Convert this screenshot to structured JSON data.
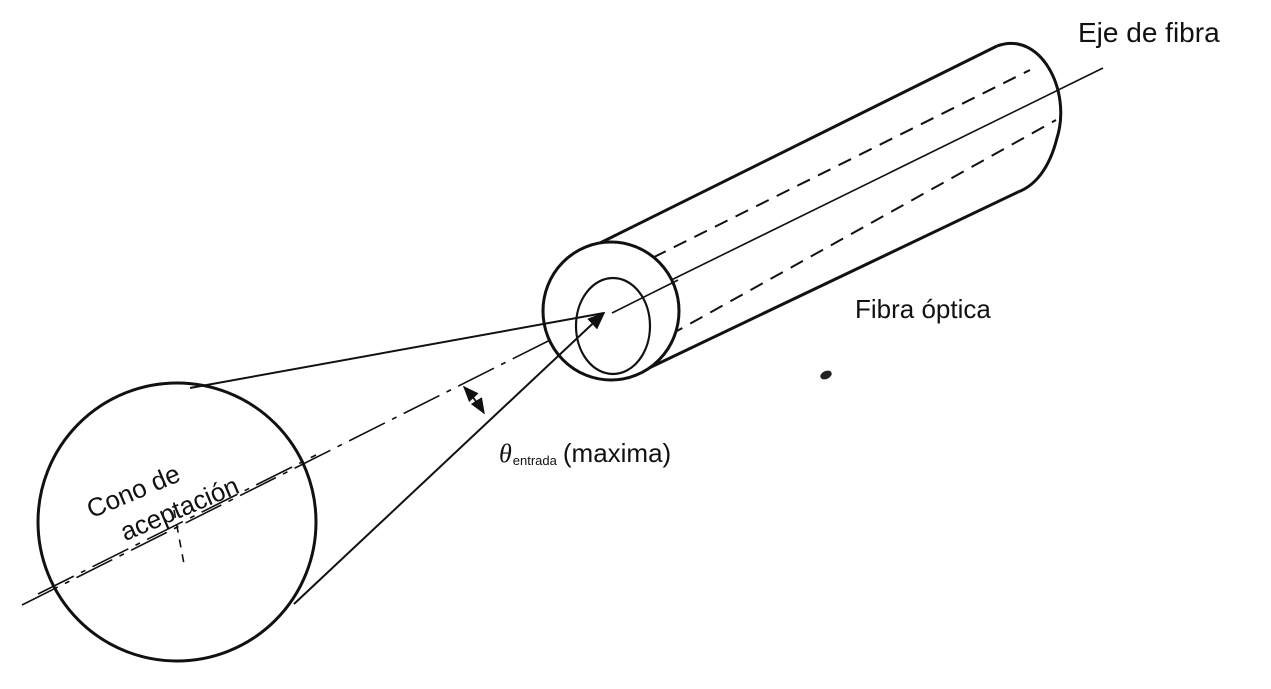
{
  "labels": {
    "fiber_axis": "Eje de fibra",
    "optical_fiber": "Fibra óptica",
    "cone_line1": "Cono de",
    "cone_line2": "aceptación",
    "theta_symbol": "θ",
    "theta_subscript": "entrada",
    "theta_suffix": "(maxima)"
  },
  "colors": {
    "stroke": "#111111",
    "background": "#ffffff"
  }
}
